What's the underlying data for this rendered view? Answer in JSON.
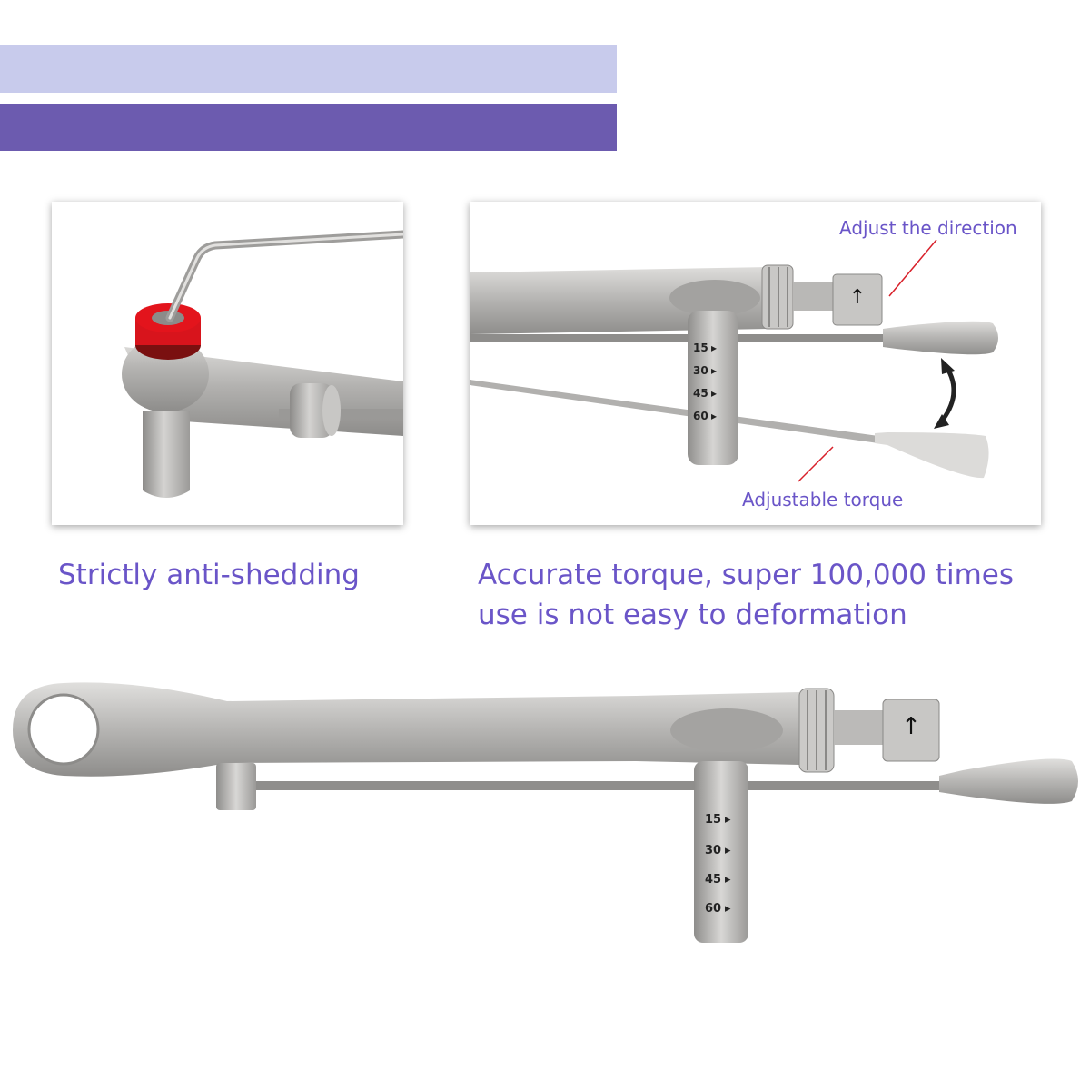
{
  "header": {
    "bar_light_color": "#c8cbec",
    "bar_dark_color": "#6c5baf"
  },
  "panels": {
    "left": {
      "caption": "Strictly anti-shedding",
      "ring_color": "#e3141c"
    },
    "right": {
      "caption": "Accurate torque, super 100,000 times use is not easy to deformation",
      "annotation_direction": "Adjust the direction",
      "annotation_torque": "Adjustable torque",
      "scale_marks": [
        "15",
        "30",
        "45",
        "60"
      ],
      "direction_icon": "up-arrow-icon",
      "motion_icon": "curved-double-arrow-icon"
    }
  },
  "main_wrench": {
    "scale_marks": [
      "15",
      "30",
      "45",
      "60"
    ],
    "direction_icon": "up-arrow-icon"
  },
  "colors": {
    "text_accent": "#6a55c8",
    "steel": "#b7b6b4",
    "pointer_line": "#d8202a"
  }
}
